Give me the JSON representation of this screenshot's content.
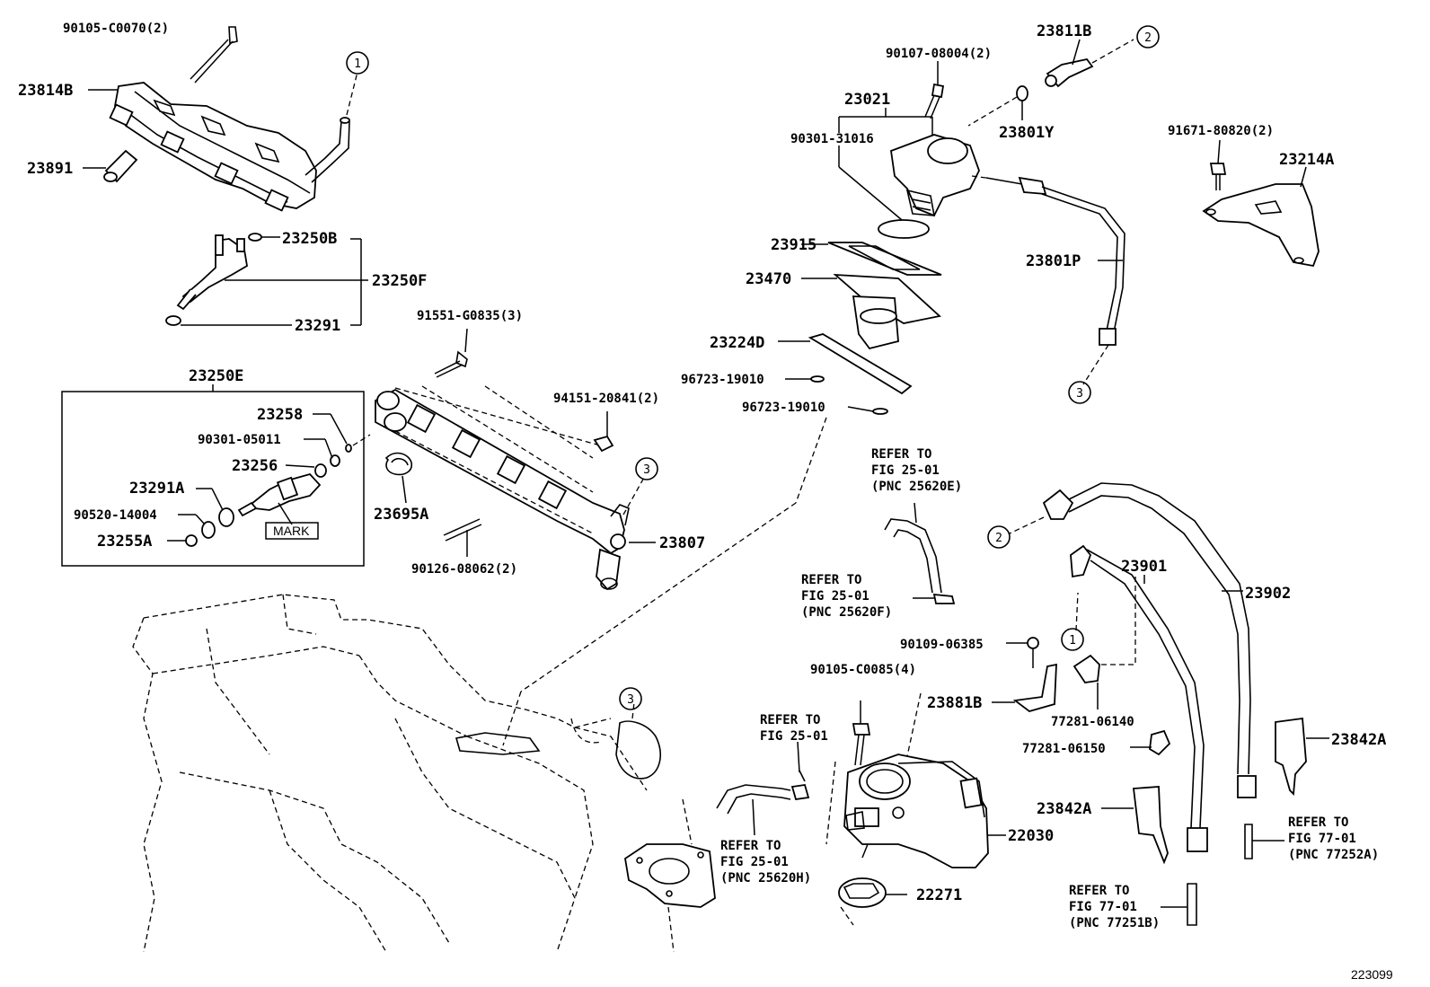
{
  "labels": {
    "p90105_c0070": "90105-C0070(2)",
    "p23814b": "23814B",
    "p23891": "23891",
    "p23250b": "23250B",
    "p23250f": "23250F",
    "p23291": "23291",
    "p23250e": "23250E",
    "p23258": "23258",
    "p90301_05011": "90301-05011",
    "p23256": "23256",
    "p23291a": "23291A",
    "p90520_14004": "90520-14004",
    "p23255a": "23255A",
    "mark": "MARK",
    "p91551_g0835": "91551-G0835(3)",
    "p94151_20841": "94151-20841(2)",
    "p23695a": "23695A",
    "p23807": "23807",
    "p90126_08062": "90126-08062(2)",
    "p90107_08004": "90107-08004(2)",
    "p23811b": "23811B",
    "p23021": "23021",
    "p90301_31016": "90301-31016",
    "p23801y": "23801Y",
    "p91671_80820": "91671-80820(2)",
    "p23214a": "23214A",
    "p23915": "23915",
    "p23470": "23470",
    "p23801p": "23801P",
    "p23224d": "23224D",
    "p96723_19010a": "96723-19010",
    "p96723_19010b": "96723-19010",
    "p23901": "23901",
    "p23902": "23902",
    "p90109_06385": "90109-06385",
    "p90105_c0085": "90105-C0085(4)",
    "p23881b": "23881B",
    "p77281_06140": "77281-06140",
    "p77281_06150": "77281-06150",
    "p23842a_right": "23842A",
    "p23842a_mid": "23842A",
    "p22030": "22030",
    "p22271": "22271",
    "diagram_id": "223099"
  },
  "refs": {
    "r25620e": [
      "REFER TO",
      "FIG 25-01",
      "(PNC 25620E)"
    ],
    "r25620f": [
      "REFER TO",
      "FIG 25-01",
      "(PNC 25620F)"
    ],
    "r25620g": [
      "REFER TO",
      "FIG 25-01"
    ],
    "r25620h": [
      "REFER TO",
      "FIG 25-01",
      "(PNC 25620H)"
    ],
    "r77252a": [
      "REFER TO",
      "FIG 77-01",
      "(PNC 77252A)"
    ],
    "r77251b": [
      "REFER TO",
      "FIG 77-01",
      "(PNC 77251B)"
    ]
  },
  "callouts": {
    "c1a": "1",
    "c1b": "1",
    "c2a": "2",
    "c2b": "2",
    "c3a": "3",
    "c3b": "3",
    "c3c": "3"
  }
}
